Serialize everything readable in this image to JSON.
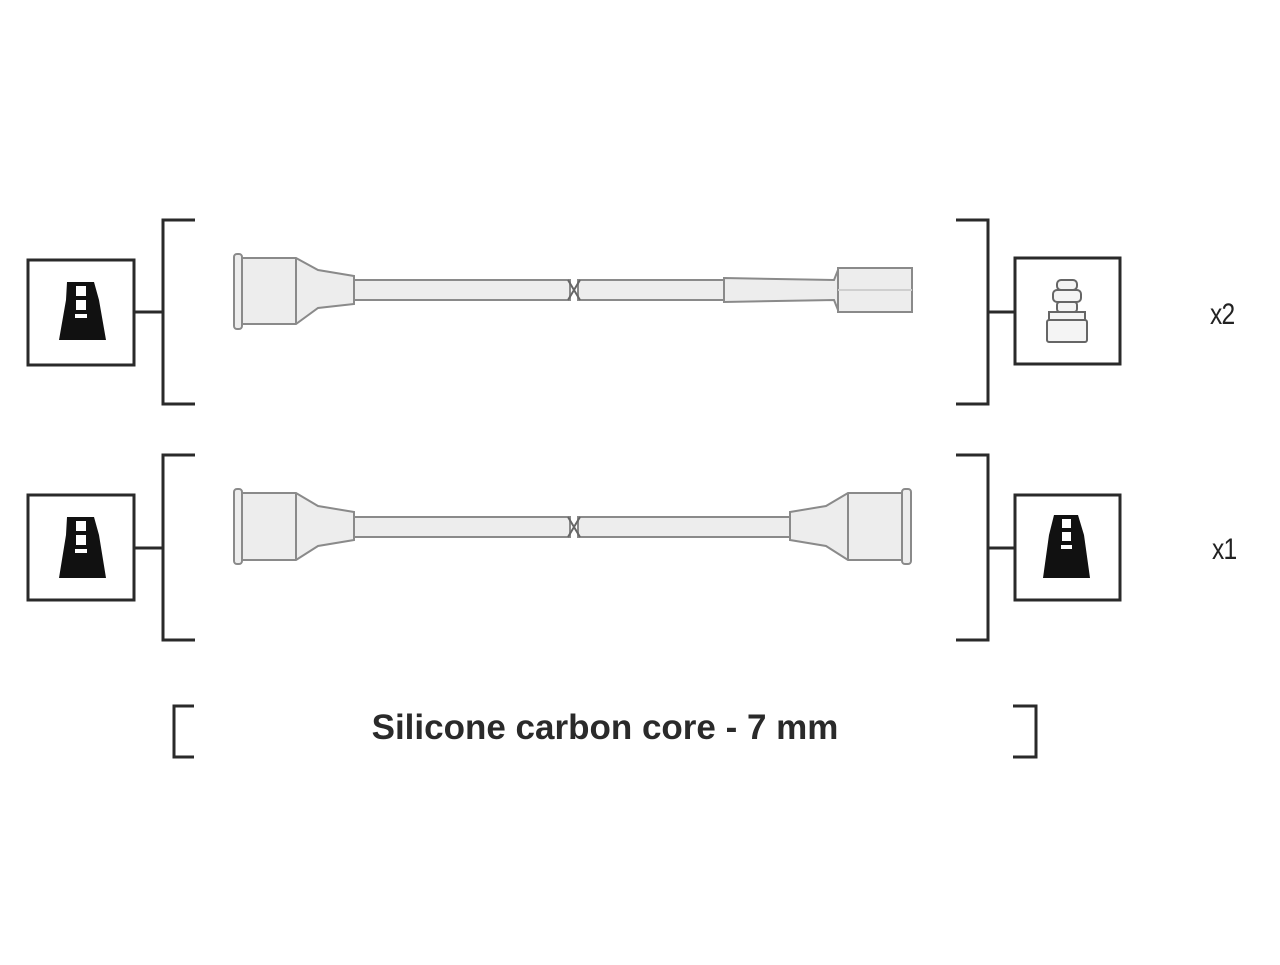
{
  "diagram": {
    "rows": [
      {
        "quantity": "x2",
        "left_terminal": "spark-plug-boot-icon",
        "right_terminal": "coil-connector-icon"
      },
      {
        "quantity": "x1",
        "left_terminal": "spark-plug-boot-icon",
        "right_terminal": "distributor-boot-icon"
      }
    ],
    "caption": "Silicone carbon core - 7 mm"
  },
  "colors": {
    "line": "#2a2a2a",
    "cable_fill": "#ededed",
    "cable_stroke": "#8a8a8a",
    "boot_fill": "#111111"
  }
}
